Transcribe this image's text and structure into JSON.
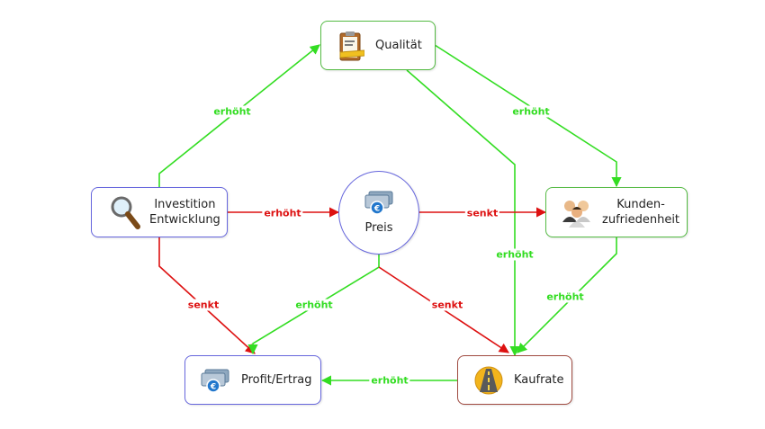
{
  "colors": {
    "positive": "#33dd22",
    "negative": "#dd1111",
    "node_green": "#55bb44",
    "node_blue": "#6666dd",
    "node_red": "#a04a40"
  },
  "nodes": {
    "qualitaet": {
      "label": "Qualität",
      "icon": "clipboard-icon"
    },
    "investition": {
      "label_line1": "Investition",
      "label_line2": "Entwicklung",
      "icon": "magnifier-icon"
    },
    "preis": {
      "label": "Preis",
      "icon": "euro-banknote-icon"
    },
    "kundenzufriedenheit": {
      "label_line1": "Kunden-",
      "label_line2": "zufriedenheit",
      "icon": "customers-icon"
    },
    "profit": {
      "label": "Profit/Ertrag",
      "icon": "euro-banknote-icon"
    },
    "kaufrate": {
      "label": "Kaufrate",
      "icon": "road-icon"
    }
  },
  "edges": [
    {
      "from": "Investition Entwicklung",
      "to": "Qualität",
      "label": "erhöht",
      "effect": "positive"
    },
    {
      "from": "Qualität",
      "to": "Kundenzufriedenheit",
      "label": "erhöht",
      "effect": "positive"
    },
    {
      "from": "Qualität",
      "to": "Kaufrate",
      "label": "erhöht",
      "effect": "positive"
    },
    {
      "from": "Investition Entwicklung",
      "to": "Preis",
      "label": "erhöht",
      "effect": "negative"
    },
    {
      "from": "Preis",
      "to": "Kundenzufriedenheit",
      "label": "senkt",
      "effect": "negative"
    },
    {
      "from": "Investition Entwicklung",
      "to": "Profit/Ertrag",
      "label": "senkt",
      "effect": "negative"
    },
    {
      "from": "Preis",
      "to": "Profit/Ertrag",
      "label": "erhöht",
      "effect": "positive"
    },
    {
      "from": "Preis",
      "to": "Kaufrate",
      "label": "senkt",
      "effect": "negative"
    },
    {
      "from": "Kundenzufriedenheit",
      "to": "Kaufrate",
      "label": "erhöht",
      "effect": "positive"
    },
    {
      "from": "Kaufrate",
      "to": "Profit/Ertrag",
      "label": "erhöht",
      "effect": "positive"
    }
  ]
}
